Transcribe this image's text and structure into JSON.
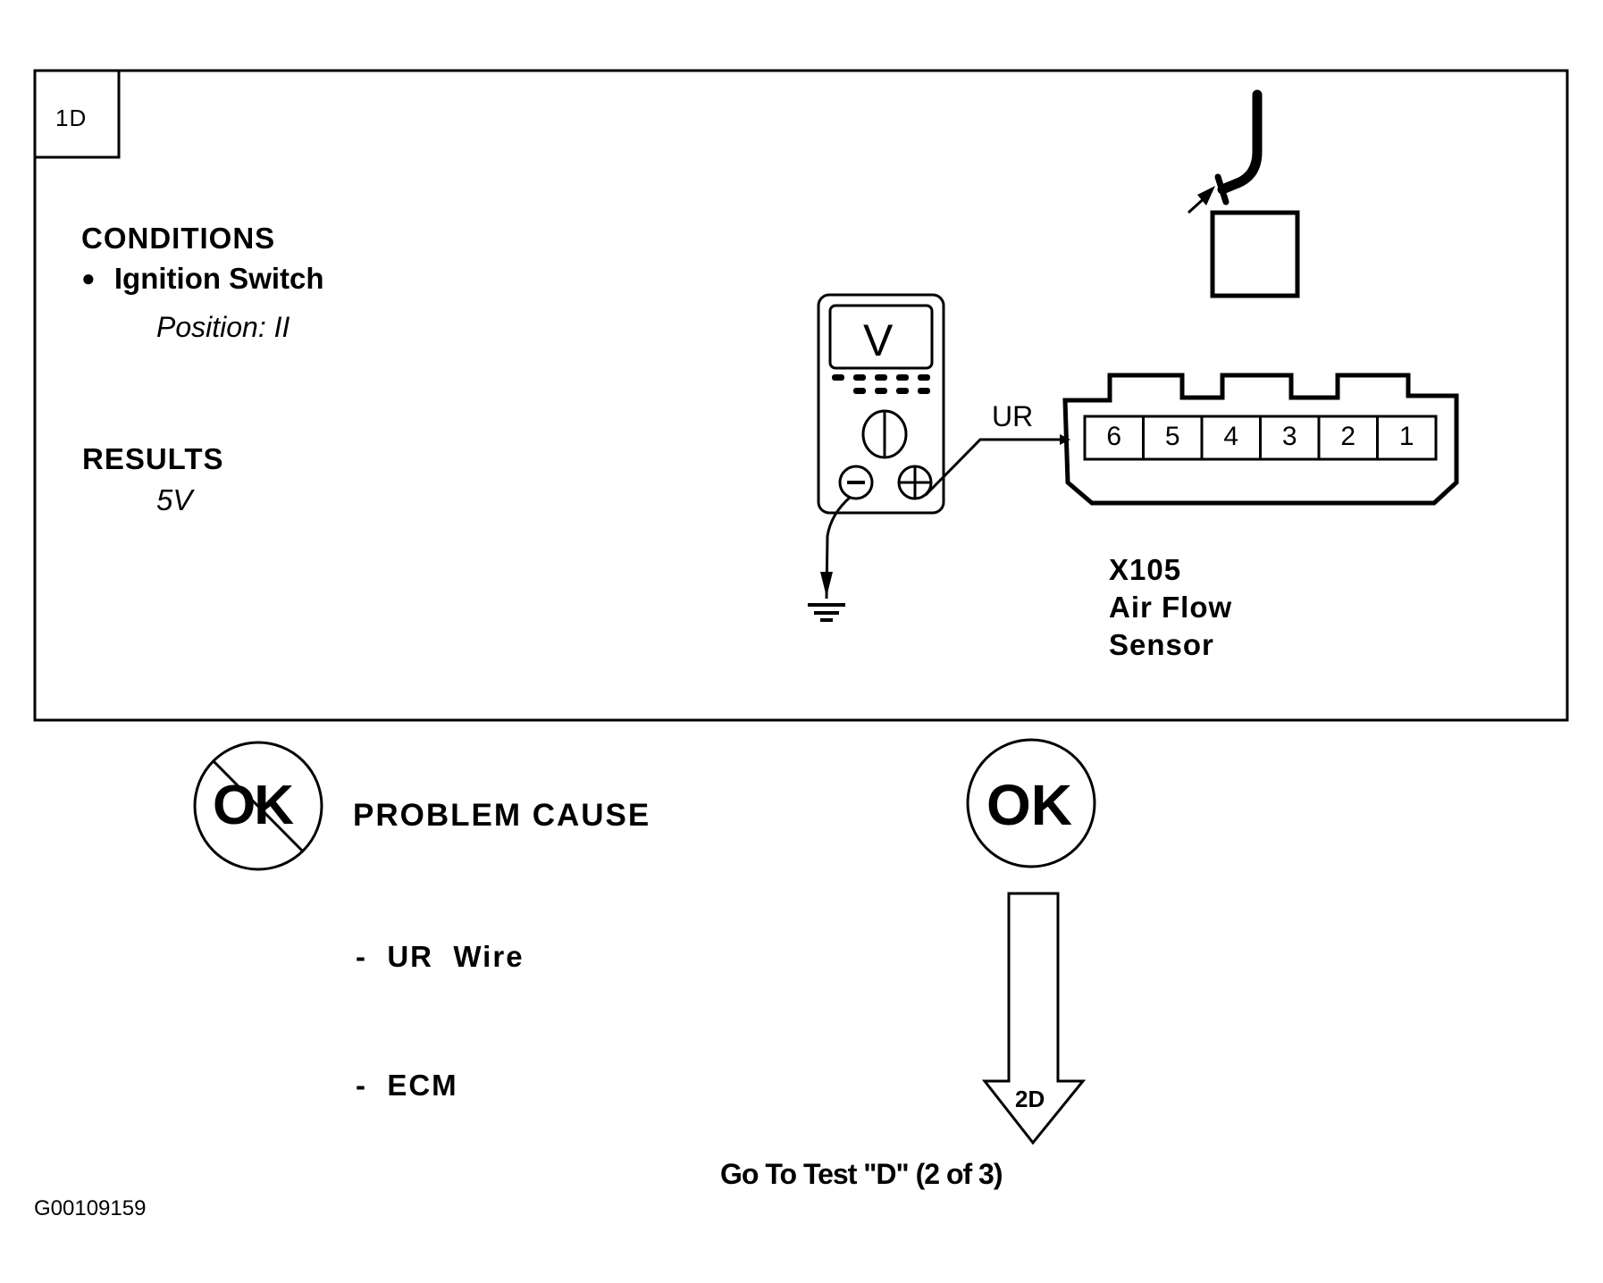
{
  "step": {
    "id": "1D",
    "conditions": {
      "heading": "CONDITIONS",
      "bullet": "●",
      "item": "Ignition Switch",
      "detail": "Position: II"
    },
    "results": {
      "heading": "RESULTS",
      "value": "5V"
    }
  },
  "meter": {
    "display": "V",
    "negative_terminal": "negative-terminal",
    "positive_terminal": "positive-terminal"
  },
  "wire": {
    "label": "UR"
  },
  "connector": {
    "pins": [
      "6",
      "5",
      "4",
      "3",
      "2",
      "1"
    ],
    "code": "X105",
    "name_line1": "Air Flow",
    "name_line2": "Sensor"
  },
  "outcomes": {
    "not_ok": {
      "symbol": "OK",
      "heading": "PROBLEM CAUSE",
      "causes": [
        "-  UR  Wire",
        "-  ECM"
      ]
    },
    "ok": {
      "symbol": "OK",
      "next_step": "2D",
      "instruction": "Go To Test \"D\" (2 of 3)"
    }
  },
  "figure_id": "G00109159"
}
